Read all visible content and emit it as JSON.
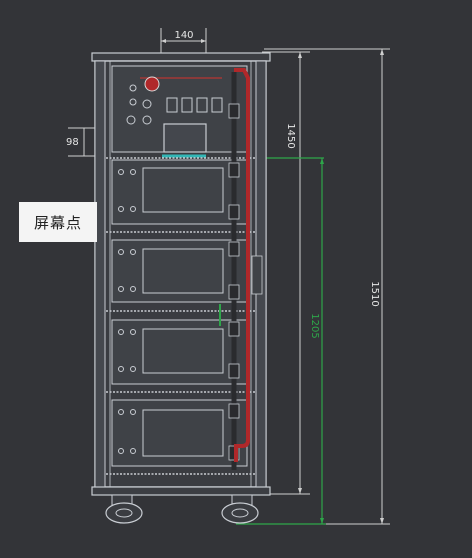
{
  "dimensions": {
    "width_top": "140",
    "height_left_small": "98",
    "height_1450": "1450",
    "height_1510": "1510",
    "height_1205": "1205"
  },
  "callout": {
    "label": "屏幕点"
  },
  "colors": {
    "background": "#333438",
    "cabinet_line": "#c9cdd3",
    "dimension_line": "#d0d0d0",
    "green_dimension": "#2ea64a",
    "cable_red": "#b0282a",
    "screen_highlight": "#33b7b7"
  },
  "cabinet": {
    "battery_modules": 4,
    "top_panel_breakers": 4
  }
}
